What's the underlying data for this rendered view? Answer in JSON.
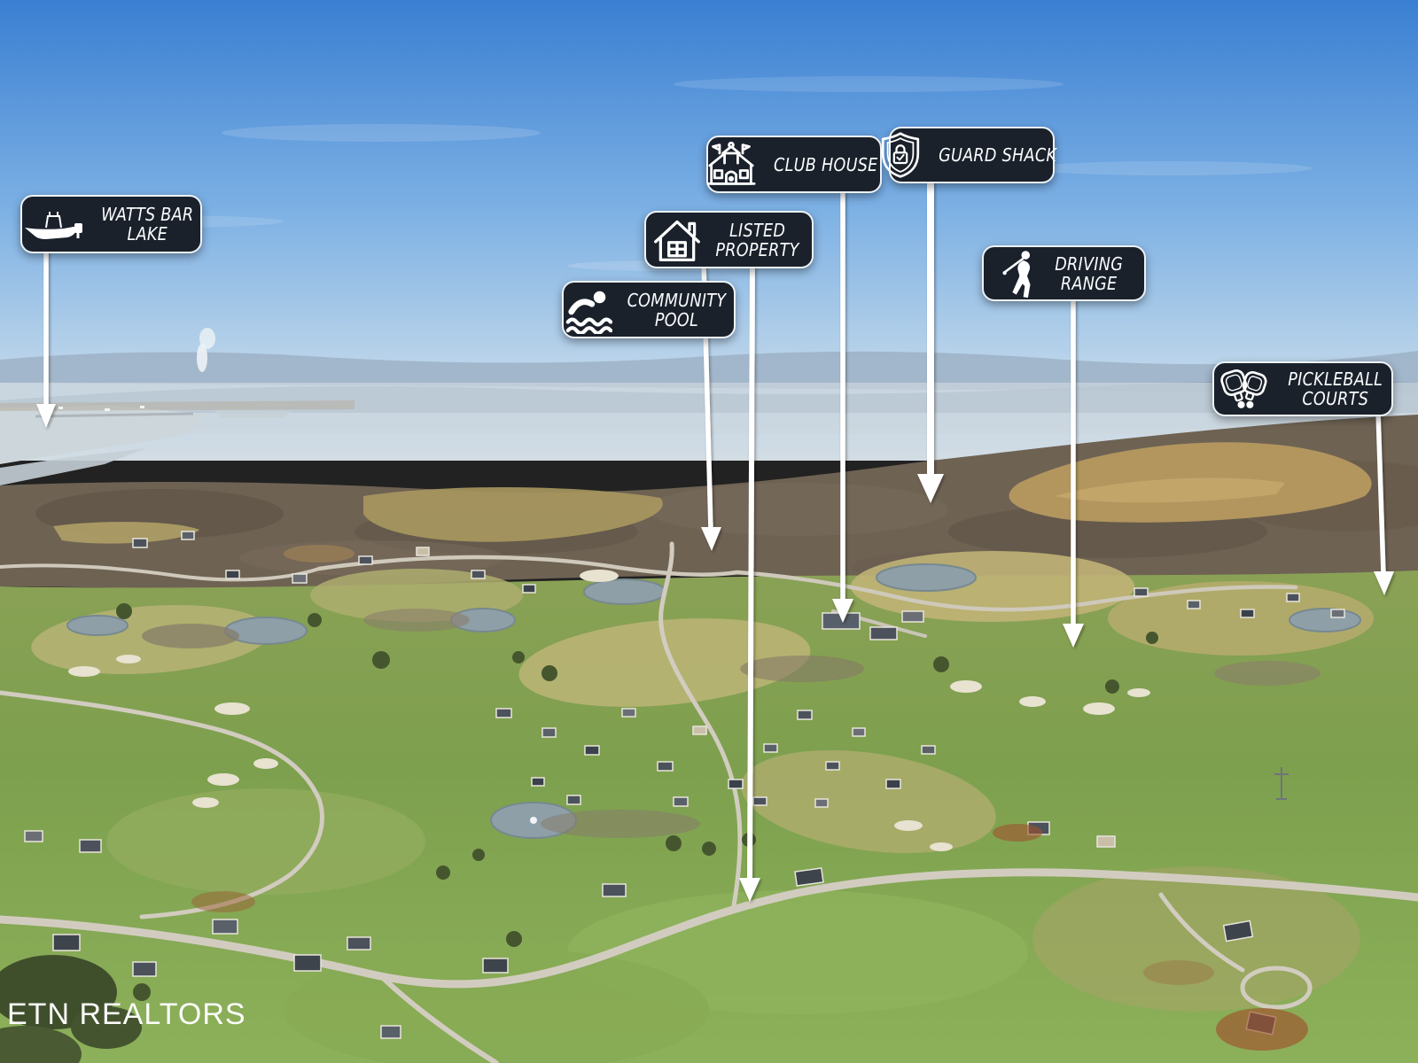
{
  "labels": {
    "watts_bar_lake": {
      "line1": "WATTS BAR",
      "line2": "LAKE",
      "icon": "boat-icon"
    },
    "club_house": {
      "line1": "CLUB HOUSE",
      "icon": "clubhouse-icon"
    },
    "guard_shack": {
      "line1": "GUARD SHACK",
      "icon": "shield-lock-icon"
    },
    "listed_property": {
      "line1": "LISTED",
      "line2": "PROPERTY",
      "icon": "house-icon"
    },
    "community_pool": {
      "line1": "COMMUNITY",
      "line2": "POOL",
      "icon": "swimmer-icon"
    },
    "driving_range": {
      "line1": "DRIVING",
      "line2": "RANGE",
      "icon": "golfer-icon"
    },
    "pickleball_courts": {
      "line1": "PICKLEBALL",
      "line2": "COURTS",
      "icon": "pickleball-paddles-icon"
    }
  },
  "watermark": {
    "text": "ETN REALTORS"
  },
  "colors": {
    "label_bg": "#1a212b",
    "label_border": "#edf2f7",
    "label_text": "#fafcfd",
    "arrow": "#ffffff",
    "watermark_color": "#ffffff",
    "sky_top": "#3a7fd2",
    "sky_horizon": "#d2dce3",
    "grass": "#84a453",
    "woodland": "#6e6253",
    "lake_water": "#c9d3d9"
  }
}
